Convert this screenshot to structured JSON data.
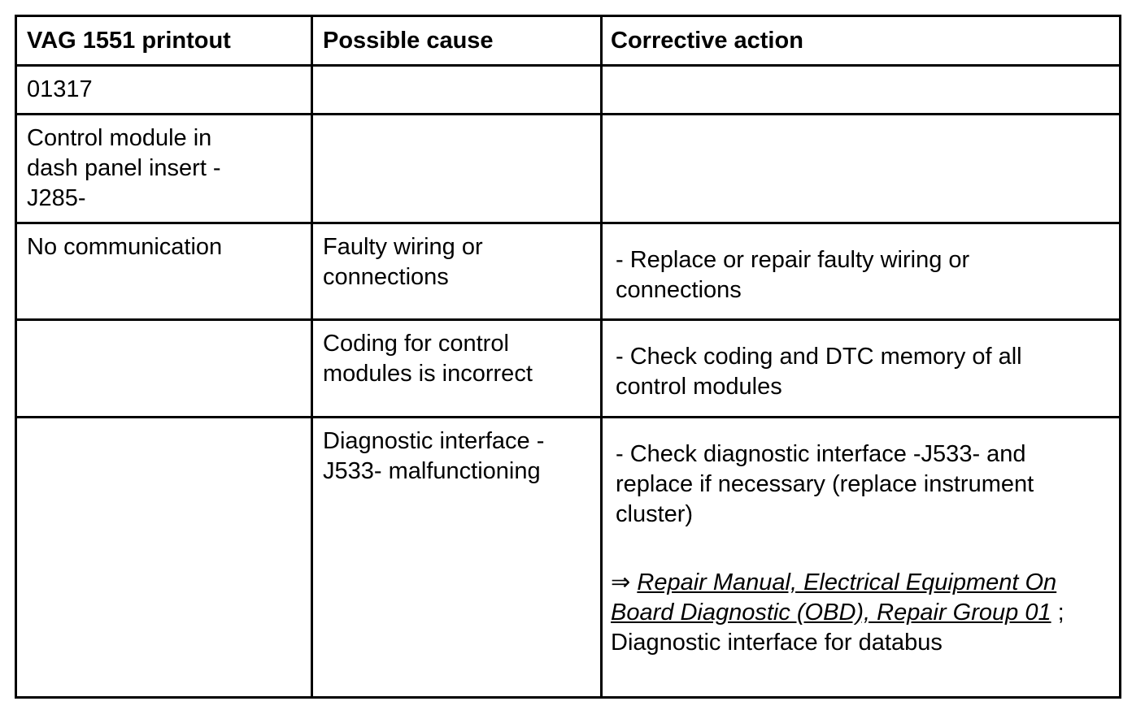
{
  "table": {
    "headers": [
      "VAG 1551 printout",
      "Possible cause",
      "Corrective action"
    ],
    "rows": [
      {
        "printout": "01317",
        "cause": "",
        "action": ""
      },
      {
        "printout": "Control module in dash panel insert -J285-",
        "cause": "",
        "action": ""
      },
      {
        "printout": "No communication",
        "cause": "Faulty wiring or connections",
        "action": "- Replace or repair faulty wiring or connections"
      },
      {
        "printout": "",
        "cause": "Coding for control modules is incorrect",
        "action": "- Check coding and DTC memory of all control modules"
      },
      {
        "printout": "",
        "cause": "Diagnostic interface -J533- malfunctioning",
        "action": "- Check diagnostic interface -J533- and replace if necessary (replace instrument cluster)",
        "reference": {
          "arrow": "⇒",
          "link_text": "Repair Manual, Electrical Equipment On Board Diagnostic (OBD), Repair Group 01",
          "suffix": " ; Diagnostic interface for databus"
        }
      }
    ]
  }
}
